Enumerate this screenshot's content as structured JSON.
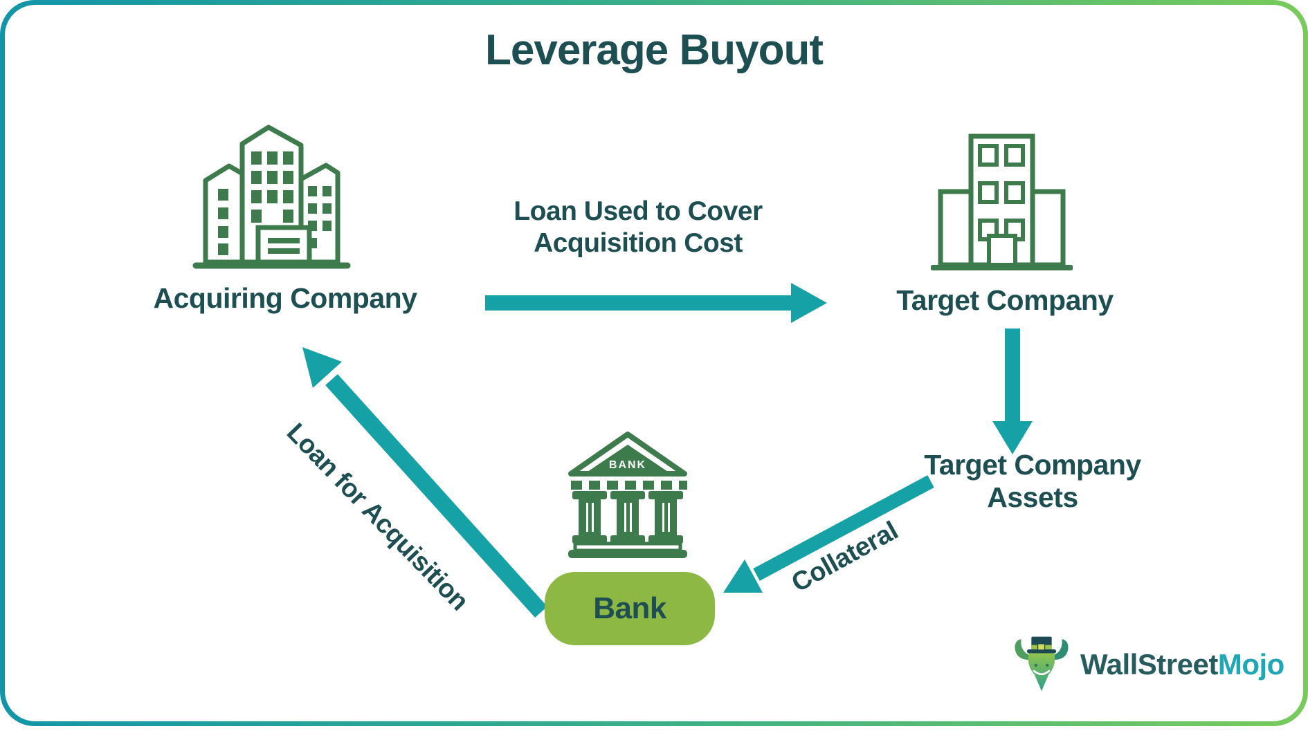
{
  "title": "Leverage Buyout",
  "nodes": {
    "acquiring_company": {
      "label": "Acquiring Company"
    },
    "target_company": {
      "label": "Target Company"
    },
    "target_company_assets": {
      "line1": "Target Company",
      "line2": "Assets"
    },
    "bank": {
      "pill_label": "Bank",
      "building_sign": "BANK"
    }
  },
  "edges": {
    "loan_used_to_cover": {
      "line1": "Loan Used to Cover",
      "line2": "Acquisition Cost"
    },
    "collateral": {
      "label": "Collateral"
    },
    "loan_for_acquisition": {
      "label": "Loan for Acquisition"
    }
  },
  "logo": {
    "text_primary": "WallStreet",
    "text_accent": "Mojo"
  },
  "colors": {
    "heading_text": "#1D4E52",
    "icon_green": "#3E7B4C",
    "arrow_teal": "#16A1A7",
    "bank_pill_green": "#8CB843",
    "border_gradient_start": "#1295A8",
    "border_gradient_end": "#79CA5B",
    "logo_primary": "#275C5E",
    "logo_accent": "#1FA7B5"
  }
}
